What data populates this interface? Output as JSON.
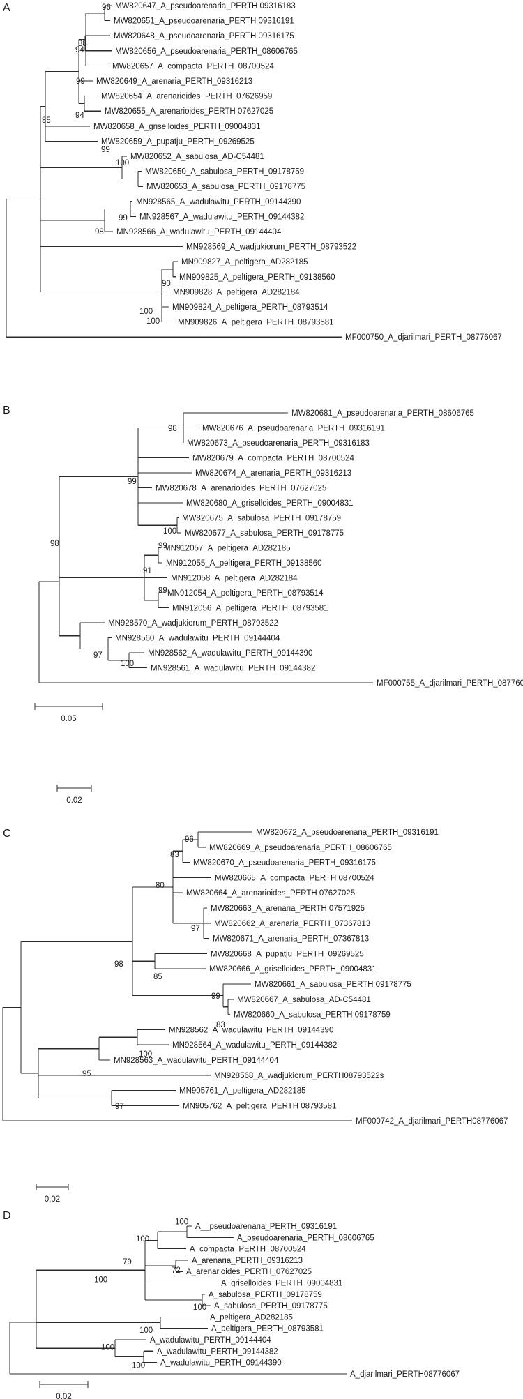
{
  "panels": [
    {
      "letter": "A",
      "scale_bar_label": "0.05",
      "leaves": [
        "MW820647_A_pseudoarenaria_PERTH 09316183",
        "MW820651_A_pseudoarenaria_PERTH 09316191",
        "MW820648_A_pseudoarenaria_PERTH 09316175",
        "MW820656_A_pseudoarenaria_PERTH_08606765",
        "MW820657_A_compacta_PERTH_08700524",
        "MW820649_A_arenaria_PERTH_09316213",
        "MW820654_A_arenarioides_PERTH_07626959",
        "MW820655_A_arenarioides_PERTH 07627025",
        "MW820658_A_griselloides_PERTH_09004831",
        "MW820659_A_pupatju_PERTH_09269525",
        "MW820652_A_sabulosa_AD-C54481",
        "MW820650_A_sabulosa_PERTH_09178759",
        "MW820653_A_sabulosa_PERTH_09178775",
        "MN928565_A_wadulawitu_PERTH_09144390",
        "MN928567_A_wadulawitu_PERTH_09144382",
        "MN928566_A_wadulawitu_PERTH_09144404",
        "MN928569_A_wadjukiorum_PERTH_08793522",
        "MN909827_A_peltigera_AD282185",
        "MN909825_A_peltigera_PERTH_09138560",
        "MN909828_A_peltigera_AD282184",
        "MN909824_A_peltigera_PERTH_08793514",
        "MN909826_A_peltigera_PERTH_08793581",
        "MF000750_A_djarilmari_PERTH_08776067"
      ],
      "support_values": [
        "96",
        "94",
        "88",
        "99",
        "94",
        "85",
        "99",
        "100",
        "99",
        "98",
        "90",
        "100",
        "100"
      ]
    },
    {
      "letter": "B",
      "scale_bar_label": "0.02",
      "leaves": [
        "MW820681_A_pseudoarenaria_PERTH_08606765",
        "MW820676_A_pseudoarenaria_PERTH_09316191",
        "MW820673_A_pseudoarenaria_PERTH_09316183",
        "MW820679_A_compacta_PERTH_08700524",
        "MW820674_A_arenaria_PERTH_09316213",
        "MW820678_A_arenarioides_PERTH_07627025",
        "MW820680_A_griselloides_PERTH_09004831",
        "MW820675_A_sabulosa_PERTH_09178759",
        "MW820677_A_sabulosa_PERTH_09178775",
        "MN912057_A_peltigera_AD282185",
        "MN912055_A_peltigera_PERTH_09138560",
        "MN912058_A_peltigera_AD282184",
        "MN912054_A_peltigera_PERTH_08793514",
        "MN912056_A_peltigera_PERTH_08793581",
        "MN928570_A_wadjukiorum_PERTH_08793522",
        "MN928560_A_wadulawitu_PERTH_09144404",
        "MN928562_A_wadulawitu_PERTH_09144390",
        "MN928561_A_wadulawitu_PERTH_09144382",
        "MF000755_A_djarilmari_PERTH_08776067"
      ],
      "support_values": [
        "98",
        "99",
        "100",
        "99",
        "98",
        "91",
        "99",
        "97",
        "100"
      ]
    },
    {
      "letter": "C",
      "scale_bar_label": "0.02",
      "leaves": [
        "MW820672_A_pseudoarenaria_PERTH_09316191",
        "MW820669_A_pseudoarenaria_PERTH_08606765",
        "MW820670_A_pseudoarenaria_PERTH_09316175",
        "MW820665_A_compacta_PERTH 08700524",
        "MW820664_A_arenarioides_PERTH 07627025",
        "MW820663_A_arenaria_PERTH 07571925",
        "MW820662_A_arenaria_PERTH_07367813",
        "MW820671_A_arenaria_PERTH_07367813",
        "MW820668_A_pupatju_PERTH_09269525",
        "MW820666_A_griselloides_PERTH_09004831",
        "MW820661_A_sabulosa_PERTH 09178775",
        "MW820667_A_sabulosa_AD-C54481",
        "MW820660_A_sabulosa_PERTH 09178759",
        "MN928562_A_wadulawitu_PERTH_09144390",
        "MN928564_A_wadulawitu_PERTH_09144382",
        "MN928563_A_wadulawitu_PERTH_09144404",
        "MN928568_A_wadjukiorum_PERTH08793522s",
        "MN905761_A_peltigera_AD282185",
        "MN905762_A_peltigera_PERTH 08793581",
        "MF000742_A_djarilmari_PERTH08776067"
      ],
      "support_values": [
        "96",
        "83",
        "80",
        "97",
        "98",
        "85",
        "99",
        "83",
        "100",
        "95",
        "97"
      ]
    },
    {
      "letter": "D",
      "scale_bar_label": "0.02",
      "leaves": [
        "A__pseudoarenaria_PERTH_09316191",
        "A_pseudoarenaria_PERTH_08606765",
        "A_compacta_PERTH_08700524",
        "A_arenaria_PERTH_09316213",
        "A_arenarioides_PERTH_07627025",
        "A_griselloides_PERTH_09004831",
        "A_sabulosa_PERTH_09178759",
        "A_sabulosa_PERTH_09178775",
        "A_peltigera_AD282185",
        "A_peltigera_PERTH_08793581",
        "A_wadulawitu_PERTH_09144404",
        "A_wadulawitu_PERTH_09144382",
        "A_wadulawitu_PERTH_09144390",
        "A_djarilmari_PERTH08776067"
      ],
      "support_values": [
        "100",
        "100",
        "79",
        "72",
        "100",
        "100",
        "100",
        "100",
        "100"
      ]
    }
  ]
}
